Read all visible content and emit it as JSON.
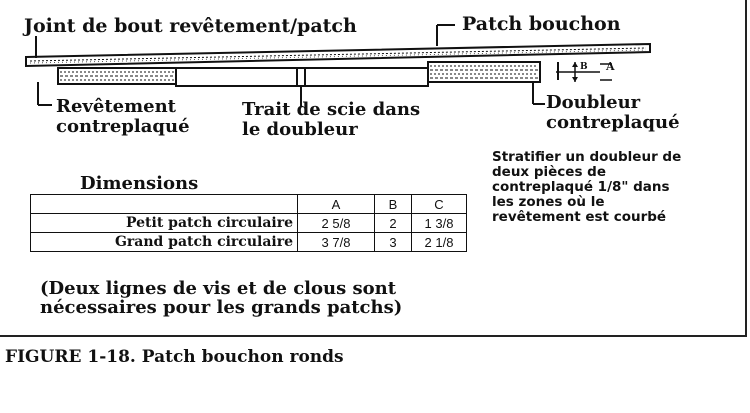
{
  "labels": {
    "joint": "Joint de bout revêtement/patch",
    "patch_bouchon": "Patch bouchon",
    "revetement_l1": "Revêtement",
    "revetement_l2": "contreplaqué",
    "trait_l1": "Trait de scie dans",
    "trait_l2": "le doubleur",
    "doubleur_l1": "Doubleur",
    "doubleur_l2": "contreplaqué",
    "dim_a": "A",
    "dim_b": "B"
  },
  "note": {
    "line1": "Stratifier un doubleur de",
    "line2": "deux pièces de",
    "line3": "contreplaqué 1/8\" dans",
    "line4": "les zones où le",
    "line5": "revêtement est courbé"
  },
  "dimensions": {
    "title": "Dimensions",
    "headers": [
      "A",
      "B",
      "C"
    ],
    "rows": [
      {
        "label": "Petit patch circulaire",
        "a": "2 5/8",
        "b": "2",
        "c": "1 3/8"
      },
      {
        "label": "Grand patch circulaire",
        "a": "3 7/8",
        "b": "3",
        "c": "2 1/8"
      }
    ]
  },
  "footnote": {
    "line1": "(Deux lignes de vis et de clous sont",
    "line2": "nécessaires pour les grands patchs)"
  },
  "caption": "FIGURE 1-18.  Patch bouchon ronds"
}
